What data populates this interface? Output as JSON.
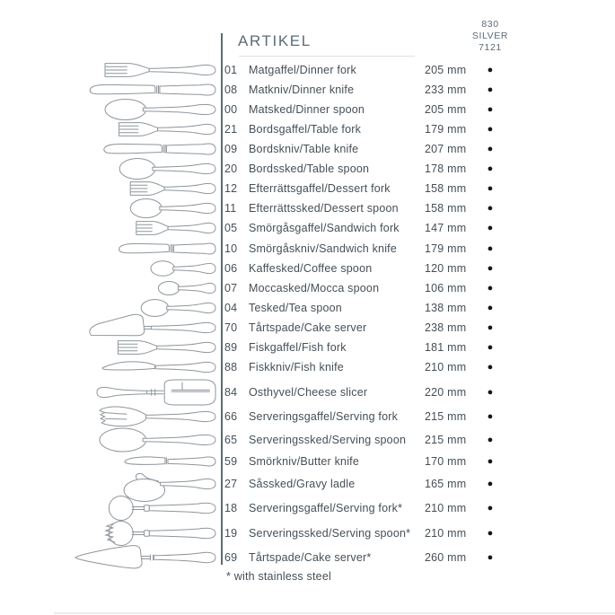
{
  "header": {
    "title": "ARTIKEL",
    "column": {
      "line1": "830",
      "line2": "SILVER",
      "line3": "7121"
    }
  },
  "units": {
    "length": "mm"
  },
  "dot_glyph": "●",
  "footnote": "* with stainless steel",
  "colors": {
    "title_text": "#5b6b77",
    "body_text": "#454f57",
    "table_border": "#5f6a70",
    "availability_dot": "#161616",
    "illustration_stroke": "#8e959a"
  },
  "items": [
    {
      "code": "01",
      "name": "Matgaffel/Dinner fork",
      "length_mm": 205,
      "silver_830": true,
      "icon": "dinner-fork",
      "glyph": "fork"
    },
    {
      "code": "08",
      "name": "Matkniv/Dinner knife",
      "length_mm": 233,
      "silver_830": true,
      "icon": "dinner-knife",
      "glyph": "knife"
    },
    {
      "code": "00",
      "name": "Matsked/Dinner spoon",
      "length_mm": 205,
      "silver_830": true,
      "icon": "dinner-spoon",
      "glyph": "spoon"
    },
    {
      "code": "21",
      "name": "Bordsgaffel/Table fork",
      "length_mm": 179,
      "silver_830": true,
      "icon": "table-fork",
      "glyph": "fork"
    },
    {
      "code": "09",
      "name": "Bordskniv/Table knife",
      "length_mm": 207,
      "silver_830": true,
      "icon": "table-knife",
      "glyph": "knife"
    },
    {
      "code": "20",
      "name": "Bordssked/Table spoon",
      "length_mm": 178,
      "silver_830": true,
      "icon": "table-spoon",
      "glyph": "spoon"
    },
    {
      "code": "12",
      "name": "Efterrättsgaffel/Dessert fork",
      "length_mm": 158,
      "silver_830": true,
      "icon": "dessert-fork",
      "glyph": "fork",
      "shaded_tines": true
    },
    {
      "code": "11",
      "name": "Efterrättssked/Dessert spoon",
      "length_mm": 158,
      "silver_830": true,
      "icon": "dessert-spoon",
      "glyph": "spoon"
    },
    {
      "code": "05",
      "name": "Smörgåsgaffel/Sandwich fork",
      "length_mm": 147,
      "silver_830": true,
      "icon": "sandwich-fork",
      "glyph": "fork",
      "shaded_tines": true
    },
    {
      "code": "10",
      "name": "Smörgåskniv/Sandwich knife",
      "length_mm": 179,
      "silver_830": true,
      "icon": "sandwich-knife",
      "glyph": "knife"
    },
    {
      "code": "06",
      "name": "Kaffesked/Coffee spoon",
      "length_mm": 120,
      "silver_830": true,
      "icon": "coffee-spoon",
      "glyph": "spoon"
    },
    {
      "code": "07",
      "name": "Moccasked/Mocca spoon",
      "length_mm": 106,
      "silver_830": true,
      "icon": "mocca-spoon",
      "glyph": "spoon"
    },
    {
      "code": "04",
      "name": "Tesked/Tea spoon",
      "length_mm": 138,
      "silver_830": true,
      "icon": "tea-spoon",
      "glyph": "spoon"
    },
    {
      "code": "70",
      "name": "Tårtspade/Cake server",
      "length_mm": 238,
      "silver_830": true,
      "icon": "cake-server",
      "glyph": "cake-server-slant"
    },
    {
      "code": "89",
      "name": "Fiskgaffel/Fish fork",
      "length_mm": 181,
      "silver_830": true,
      "icon": "fish-fork",
      "glyph": "fork",
      "shaded_tines": true
    },
    {
      "code": "88",
      "name": "Fiskkniv/Fish knife",
      "length_mm": 210,
      "silver_830": true,
      "icon": "fish-knife",
      "glyph": "fish-knife"
    },
    {
      "code": "84",
      "name": "Osthyvel/Cheese slicer",
      "length_mm": 220,
      "silver_830": true,
      "icon": "cheese-slicer",
      "glyph": "cheese-slicer"
    },
    {
      "code": "66",
      "name": "Serveringsgaffel/Serving fork",
      "length_mm": 215,
      "silver_830": true,
      "icon": "serving-fork",
      "glyph": "serving-fork"
    },
    {
      "code": "65",
      "name": "Serveringssked/Serving spoon",
      "length_mm": 215,
      "silver_830": true,
      "icon": "serving-spoon",
      "glyph": "serving-spoon"
    },
    {
      "code": "59",
      "name": "Smörkniv/Butter knife",
      "length_mm": 170,
      "silver_830": true,
      "icon": "butter-knife",
      "glyph": "butter-knife"
    },
    {
      "code": "27",
      "name": "Såssked/Gravy ladle",
      "length_mm": 165,
      "silver_830": true,
      "icon": "gravy-ladle",
      "glyph": "ladle"
    },
    {
      "code": "18",
      "name": "Serveringsgaffel/Serving fork*",
      "length_mm": 210,
      "silver_830": true,
      "icon": "round-serving-spoon",
      "glyph": "round-server"
    },
    {
      "code": "19",
      "name": "Serveringssked/Serving spoon*",
      "length_mm": 210,
      "silver_830": true,
      "icon": "round-serving-fork",
      "glyph": "round-server-tined"
    },
    {
      "code": "69",
      "name": "Tårtspade/Cake server*",
      "length_mm": 260,
      "silver_830": true,
      "icon": "cake-server-steel",
      "glyph": "cake-server-sym"
    }
  ]
}
